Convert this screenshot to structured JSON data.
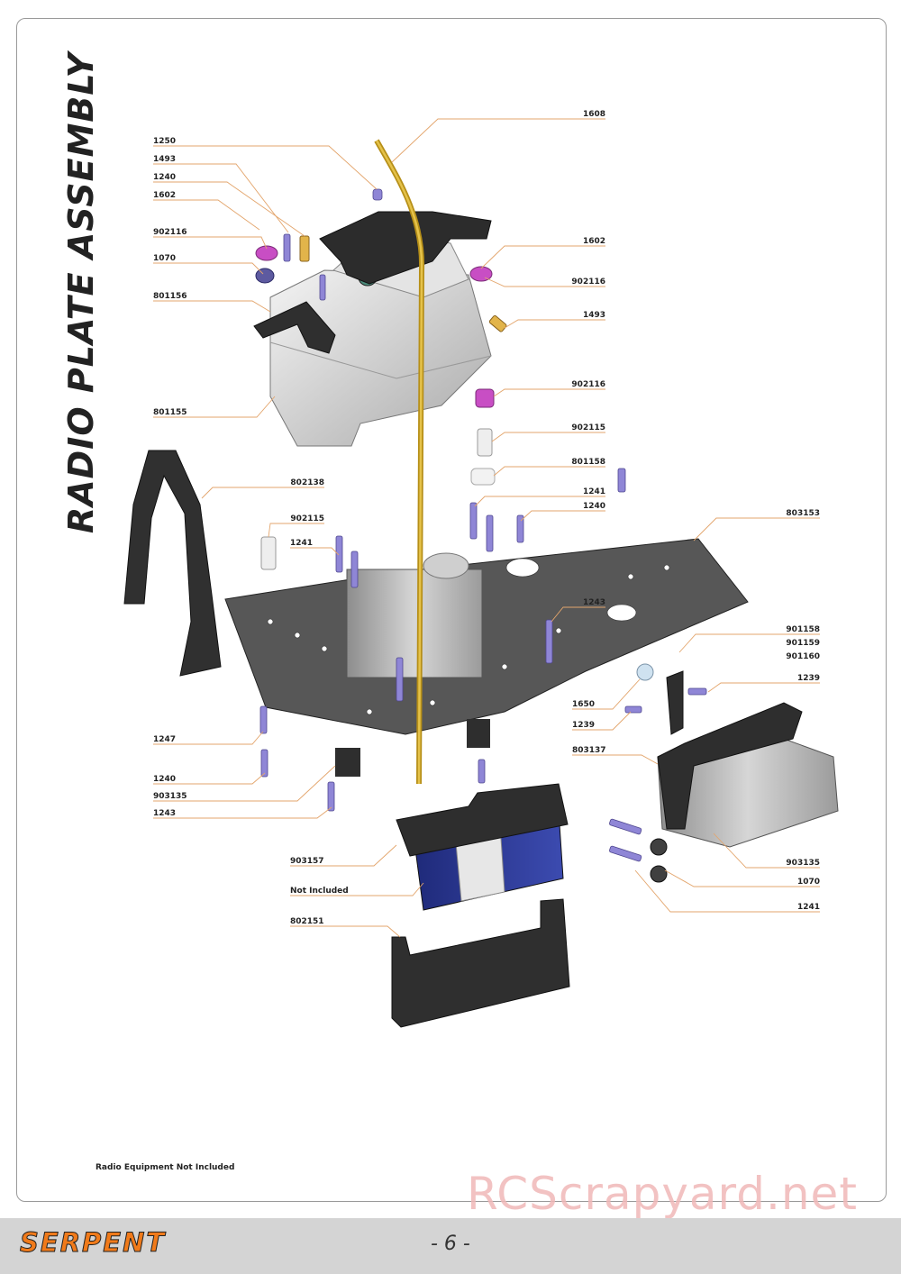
{
  "page": {
    "title": "RADIO PLATE ASSEMBLY",
    "note": "Radio Equipment Not Included",
    "watermark": "RCScrapyard.net",
    "brand": "SERPENT",
    "page_number": "- 6 -"
  },
  "colors": {
    "leader": "#e3a56c",
    "screw": "#8f86d6",
    "plate": "#555555",
    "part_dark": "#3a3a3a",
    "antenna": "#c8a21e",
    "brand_orange": "#f07a1a"
  },
  "labels": [
    {
      "id": "1608",
      "text": "1608"
    },
    {
      "id": "1250",
      "text": "1250"
    },
    {
      "id": "1493a",
      "text": "1493"
    },
    {
      "id": "1240a",
      "text": "1240"
    },
    {
      "id": "1602a",
      "text": "1602"
    },
    {
      "id": "902116a",
      "text": "902116"
    },
    {
      "id": "1070a",
      "text": "1070"
    },
    {
      "id": "801156",
      "text": "801156"
    },
    {
      "id": "1602b",
      "text": "1602"
    },
    {
      "id": "902116b",
      "text": "902116"
    },
    {
      "id": "1493b",
      "text": "1493"
    },
    {
      "id": "801155",
      "text": "801155"
    },
    {
      "id": "902116c",
      "text": "902116"
    },
    {
      "id": "902115a",
      "text": "902115"
    },
    {
      "id": "801158",
      "text": "801158"
    },
    {
      "id": "802138",
      "text": "802138"
    },
    {
      "id": "1241a",
      "text": "1241"
    },
    {
      "id": "1240b",
      "text": "1240"
    },
    {
      "id": "902115b",
      "text": "902115"
    },
    {
      "id": "803153",
      "text": "803153"
    },
    {
      "id": "1241b",
      "text": "1241"
    },
    {
      "id": "1243a",
      "text": "1243"
    },
    {
      "id": "901158",
      "text": "901158"
    },
    {
      "id": "901159",
      "text": "901159"
    },
    {
      "id": "901160",
      "text": "901160"
    },
    {
      "id": "1239a",
      "text": "1239"
    },
    {
      "id": "1650",
      "text": "1650"
    },
    {
      "id": "1239b",
      "text": "1239"
    },
    {
      "id": "803137",
      "text": "803137"
    },
    {
      "id": "1247",
      "text": "1247"
    },
    {
      "id": "1240c",
      "text": "1240"
    },
    {
      "id": "903135a",
      "text": "903135"
    },
    {
      "id": "1243b",
      "text": "1243"
    },
    {
      "id": "903157",
      "text": "903157"
    },
    {
      "id": "notincl",
      "text": "Not Included"
    },
    {
      "id": "802151",
      "text": "802151"
    },
    {
      "id": "903135b",
      "text": "903135"
    },
    {
      "id": "1070b",
      "text": "1070"
    },
    {
      "id": "1241c",
      "text": "1241"
    }
  ]
}
